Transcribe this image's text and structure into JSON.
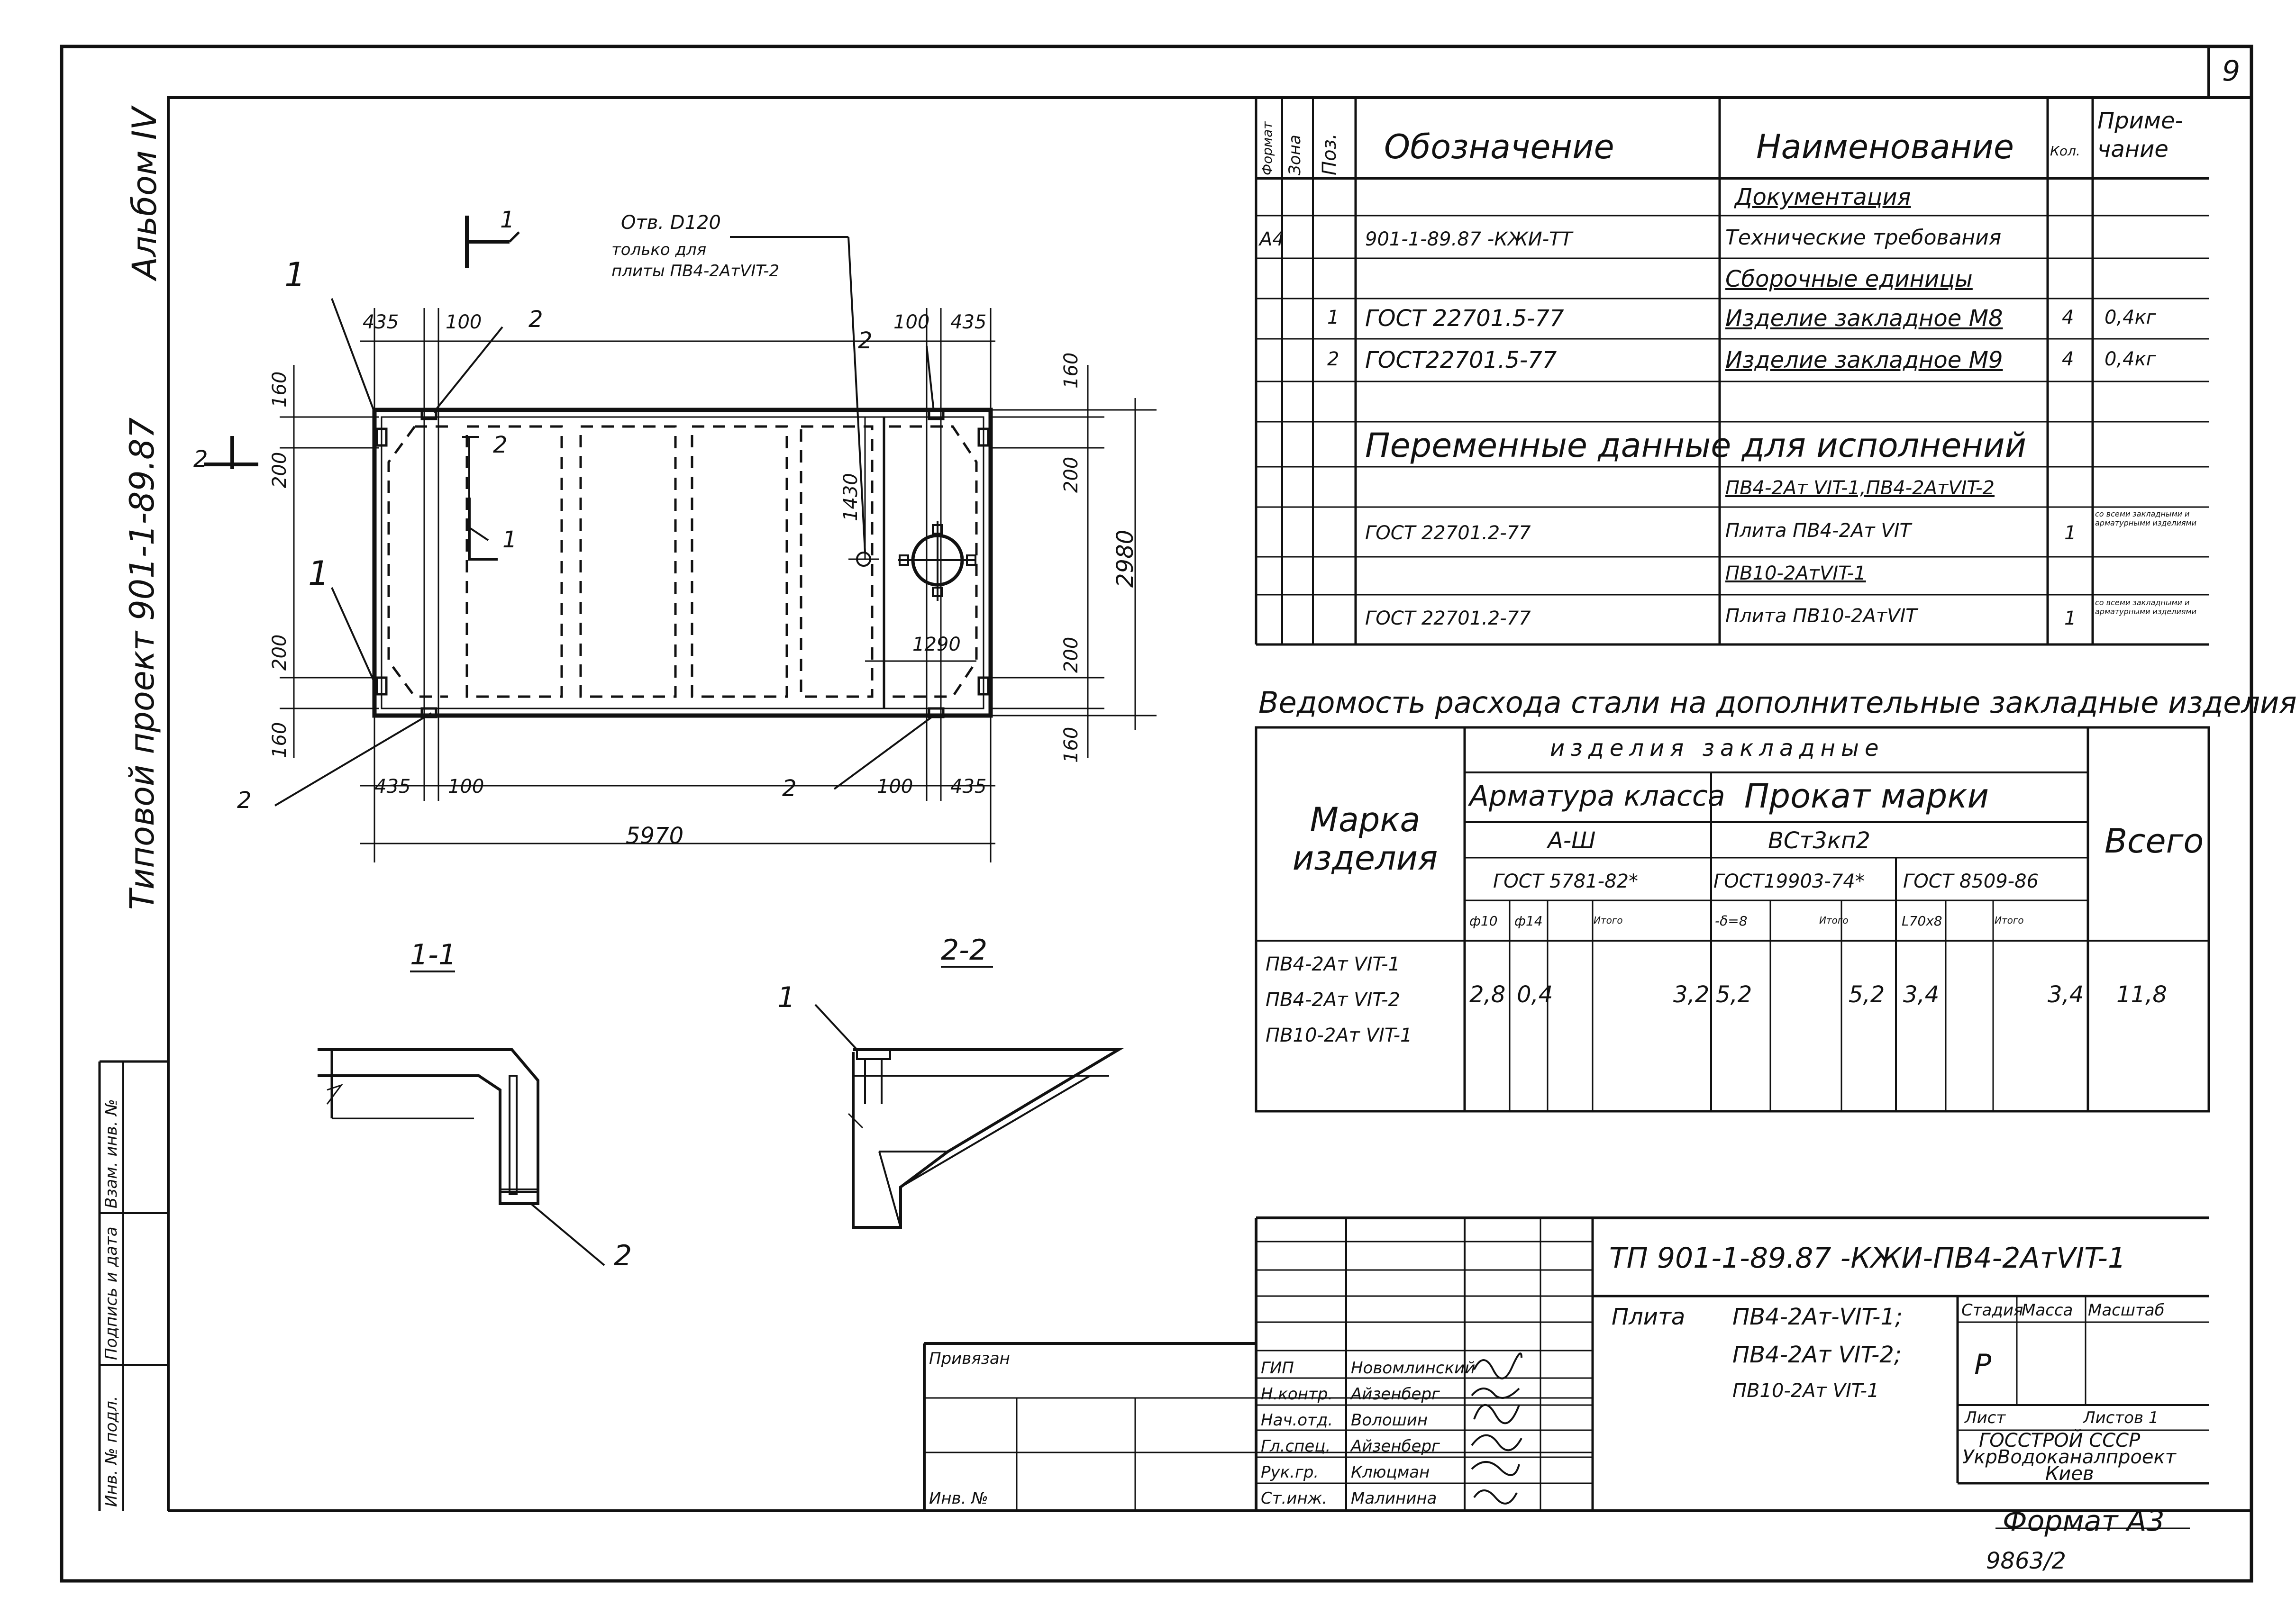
{
  "sheet": {
    "sheet_number": "9",
    "binder_side": {
      "album": "Альбом IV",
      "project": "Типовой проект 901-1-89.87",
      "field_inv": "Инв. № подл.",
      "field_sign": "Подпись и дата",
      "field_replace": "Взам. инв. №"
    }
  },
  "drawing": {
    "section_mark": "1",
    "hole_note_1": "Отв. D120",
    "hole_note_2": "только для",
    "hole_note_3": "плиты ПВ4-2АтVIT-2",
    "callout_1": "1",
    "callout_2": "2",
    "side_mark": "2",
    "dims": {
      "d435": "435",
      "d100": "100",
      "d160": "160",
      "d200": "200",
      "d1430": "1430",
      "d1290": "1290",
      "d2980": "2980",
      "d5970": "5970"
    },
    "section_1_title": "1-1",
    "section_2_title": "2-2"
  },
  "spec": {
    "headers": {
      "format": "Формат",
      "zone": "Зона",
      "pos": "Поз.",
      "designation": "Обозначение",
      "name": "Наименование",
      "qty": "Кол.",
      "note": "Приме- чание"
    },
    "rows": [
      {
        "format": "",
        "pos": "",
        "designation": "",
        "name": "Документация",
        "qty": "",
        "note": "",
        "underline": true
      },
      {
        "format": "А4",
        "pos": "",
        "designation": "901-1-89.87 -КЖИ-ТТ",
        "name": "Технические требования",
        "qty": "",
        "note": ""
      },
      {
        "format": "",
        "pos": "",
        "designation": "",
        "name": "Сборочные единицы",
        "qty": "",
        "note": "",
        "underline": true
      },
      {
        "format": "",
        "pos": "1",
        "designation": "ГОСТ 22701.5-77",
        "name": "Изделие закладное М8",
        "qty": "4",
        "note": "0,4кг"
      },
      {
        "format": "",
        "pos": "2",
        "designation": "ГОСТ22701.5-77",
        "name": "Изделие закладное М9",
        "qty": "4",
        "note": "0,4кг"
      },
      {
        "format": "",
        "pos": "",
        "designation": "",
        "name": "",
        "qty": "",
        "note": ""
      },
      {
        "format": "",
        "pos": "",
        "designation": "Переменные данные для исполнений",
        "name": "",
        "qty": "",
        "note": ""
      },
      {
        "format": "",
        "pos": "",
        "designation": "",
        "name": "ПВ4-2Ат VIT-1,ПВ4-2АтVIT-2",
        "qty": "",
        "note": "",
        "underline": true
      },
      {
        "format": "",
        "pos": "",
        "designation": "ГОСТ 22701.2-77",
        "name": "Плита ПВ4-2Ат VIT",
        "qty": "1",
        "note": "со всеми закладными и арматурными изделиями"
      },
      {
        "format": "",
        "pos": "",
        "designation": "",
        "name": "ПВ10-2АтVIT-1",
        "qty": "",
        "note": "",
        "underline": true
      },
      {
        "format": "",
        "pos": "",
        "designation": "ГОСТ 22701.2-77",
        "name": "Плита ПВ10-2АтVIT",
        "qty": "1",
        "note": "со всеми закладными и арматурными изделиями"
      }
    ]
  },
  "steel": {
    "title": "Ведомость расхода стали на дополнительные закладные изделия, кг",
    "group": "изделия закладные",
    "col_mark": "Марка изделия",
    "col_total": "Всего",
    "rebar_class": "Арматура класса",
    "rebar_grade": "А-Ш",
    "rebar_gost": "ГОСТ 5781-82*",
    "rolled": "Прокат марки",
    "rolled_grade": "ВСт3кп2",
    "rolled_gost1": "ГОСТ19903-74*",
    "rolled_gost2": "ГОСТ 8509-86",
    "subcols": [
      "ф10",
      "ф14",
      "",
      "Итого",
      "-δ=8",
      "",
      "Итого",
      "L70х8",
      "",
      "Итого"
    ],
    "marks": [
      "ПВ4-2Ат VIT-1",
      "ПВ4-2Ат VIT-2",
      "ПВ10-2Ат VIT-1"
    ],
    "values": [
      "2,8",
      "0,4",
      "",
      "3,2",
      "5,2",
      "",
      "5,2",
      "3,4",
      "",
      "3,4"
    ],
    "total": "11,8"
  },
  "title_block": {
    "code": "ТП 901-1-89.87 -КЖИ-ПВ4-2АтVIT-1",
    "item_label": "Плита",
    "items": [
      "ПВ4-2Ат-VIT-1;",
      "ПВ4-2Ат VIT-2;",
      "ПВ10-2Ат VIT-1"
    ],
    "stage_label": "Стадия",
    "mass_label": "Масса",
    "scale_label": "Масштаб",
    "stage_value": "Р",
    "sheet_label": "Лист",
    "sheets_label": "Листов 1",
    "org_1": "ГОССТРОЙ СССР",
    "org_2": "УкрВодоканалпроект",
    "org_3": "Киев",
    "attached": "Привязан",
    "inv": "Инв. №",
    "signers": [
      {
        "role": "ГИП",
        "name": "Новомлинский"
      },
      {
        "role": "Н.контр.",
        "name": "Айзенберг"
      },
      {
        "role": "Нач.отд.",
        "name": "Волошин"
      },
      {
        "role": "Гл.спец.",
        "name": "Айзенберг"
      },
      {
        "role": "Рук.гр.",
        "name": "Клюцман"
      },
      {
        "role": "Ст.инж.",
        "name": "Малинина"
      }
    ],
    "format": "Формат А3",
    "archive": "9863/2"
  }
}
